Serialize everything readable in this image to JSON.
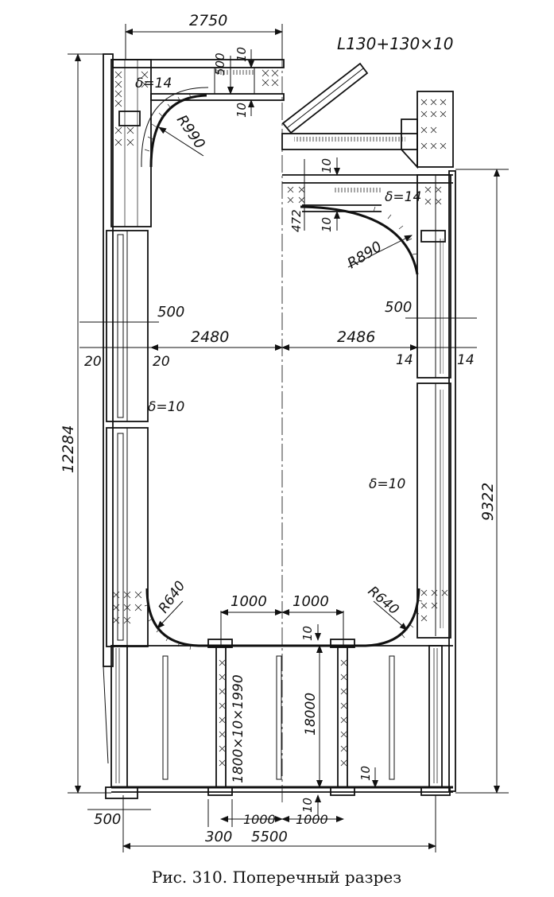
{
  "caption": "Рис. 310. Поперечный разрез",
  "dimensions": {
    "top_span": "2750",
    "angle_profile": "L130+130×10",
    "plate_500_top": "500",
    "plate_10_a": "10",
    "plate_10_b": "10",
    "plate_10_c": "10",
    "plate_10_d": "10",
    "plate_472": "472",
    "delta_14_left": "δ=14",
    "delta_14_right": "δ=14",
    "r990": "R990",
    "r890": "R890",
    "r640_left": "R640",
    "r640_right": "R640",
    "left_500": "500",
    "right_500": "500",
    "left_20_a": "20",
    "left_20_b": "20",
    "half_left": "2480",
    "half_right": "2486",
    "right_14_a": "14",
    "right_14_b": "14",
    "delta_10_left": "δ=10",
    "delta_10_right": "δ=10",
    "overall_height": "12284",
    "right_height": "9322",
    "spacing_1000_a": "1000",
    "spacing_1000_b": "1000",
    "bottom_10_a": "10",
    "bottom_10_b": "10",
    "bottom_10_c": "10",
    "girder_profile": "1800×10×1990",
    "girder_height": "18000",
    "bottom_500": "500",
    "bottom_300": "300",
    "bottom_1000_a": "1000",
    "bottom_1000_b": "1000",
    "overall_width": "5500"
  }
}
